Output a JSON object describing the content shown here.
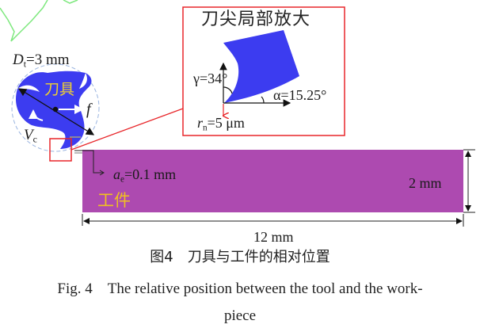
{
  "figure": {
    "number": "4",
    "caption_cn": "图4　刀具与工件的相对位置",
    "caption_en_line1": "Fig. 4　The relative position between the tool and the work-",
    "caption_en_line2": "piece"
  },
  "tool": {
    "label": "刀具",
    "diameter_symbol": "D",
    "diameter_sub": "t",
    "diameter_value": "=3 mm",
    "feed_label": "f",
    "cut_speed_symbol": "V",
    "cut_speed_sub": "c",
    "color": "#3c3cf0"
  },
  "inset": {
    "title": "刀尖局部放大",
    "rake_angle": "γ=34°",
    "clearance_angle": "α=15.25°",
    "edge_radius_symbol": "r",
    "edge_radius_sub": "n",
    "edge_radius_value": "=5 μm",
    "border_color": "#e8262a"
  },
  "workpiece": {
    "label": "工件",
    "depth_symbol": "a",
    "depth_sub": "e",
    "depth_value": "=0.1 mm",
    "height": "2 mm",
    "length": "12 mm",
    "color": "#ad4ab0",
    "label_color": "#f0c020"
  },
  "colors": {
    "tool_blue": "#3c3cf0",
    "workpiece_purple": "#ad4ab0",
    "highlight_red": "#e8262a",
    "label_yellow": "#f0d030",
    "decor_green": "#5de85d"
  }
}
